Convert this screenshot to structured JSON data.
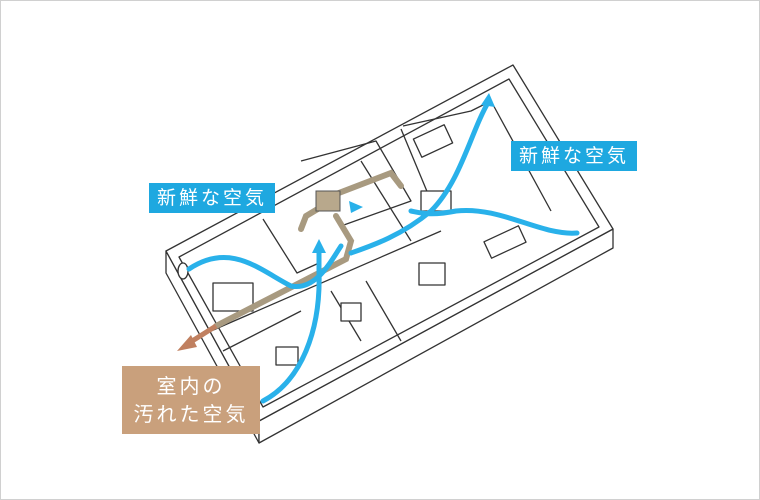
{
  "labels": {
    "fresh_air_left": "新鮮な空気",
    "fresh_air_right": "新鮮な空気",
    "dirty_air_line1": "室内の",
    "dirty_air_line2": "汚れた空気"
  },
  "colors": {
    "fresh_air": "#1ea8e0",
    "dirty_air": "#c9a07c",
    "duct": "#a89a80",
    "wall": "#3a3a3a"
  }
}
